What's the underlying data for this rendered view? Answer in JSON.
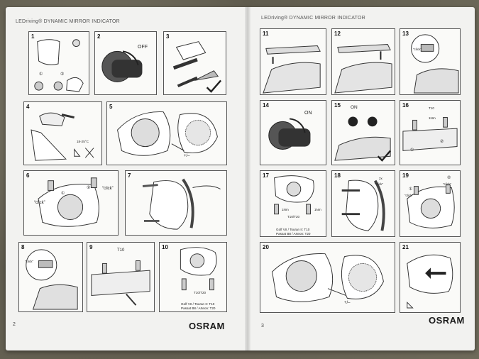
{
  "header_left": "LEDriving® DYNAMIC MIRROR INDICATOR",
  "header_right": "LEDriving® DYNAMIC MIRROR INDICATOR",
  "page_left": "2",
  "page_right": "3",
  "brand": "OSRAM",
  "steps": {
    "s1": {
      "num": "1",
      "c1": "①",
      "c2": "②"
    },
    "s2": {
      "num": "2",
      "off": "OFF"
    },
    "s3": {
      "num": "3"
    },
    "s4": {
      "num": "4",
      "temp": "18-25°C"
    },
    "s5": {
      "num": "5",
      "plusminus": "+/–"
    },
    "s6": {
      "num": "6",
      "c1": "①",
      "c2": "②",
      "click_a": "“click”",
      "click_b": "“click”"
    },
    "s7": {
      "num": "7"
    },
    "s8": {
      "num": "8",
      "click": "“click”"
    },
    "s9": {
      "num": "9",
      "t10": "T10"
    },
    "s10": {
      "num": "10",
      "t10t20": "T10/T20",
      "note1": "Golf VII / Touran II: T10",
      "note2": "Passat B8 / Arteon: T20"
    },
    "s11": {
      "num": "11"
    },
    "s12": {
      "num": "12"
    },
    "s13": {
      "num": "13",
      "click": "“click”"
    },
    "s14": {
      "num": "14",
      "on": "ON"
    },
    "s15": {
      "num": "15",
      "on": "ON"
    },
    "s16": {
      "num": "16",
      "t10": "T10",
      "nm": "1Nm",
      "c1": "①",
      "c2": "②"
    },
    "s17": {
      "num": "17",
      "nm_a": "1Nm",
      "nm_b": "1Nm",
      "t10t20": "T10/T20",
      "note1": "Golf VII / Touran II: T10",
      "note2": "Passat B8 / Arteon: T20"
    },
    "s18": {
      "num": "18",
      "click2x": "2x",
      "click": "“click”"
    },
    "s19": {
      "num": "19",
      "c1": "①",
      "c2": "②",
      "click_a": "“click”",
      "click_b": "“click”"
    },
    "s20": {
      "num": "20",
      "plusminus": "+/–"
    },
    "s21": {
      "num": "21"
    }
  }
}
